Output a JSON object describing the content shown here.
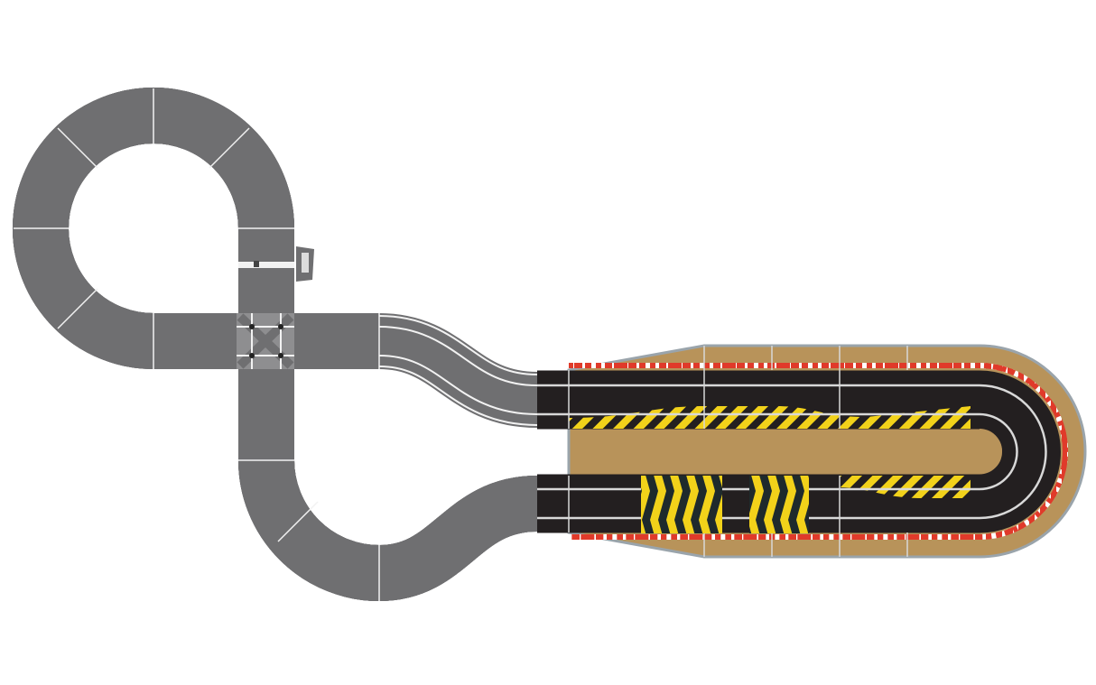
{
  "diagram": {
    "colors": {
      "background": "#ffffff",
      "grey_track": "#6f6f71",
      "black_track": "#231f20",
      "lane_line": "#f2f2f2",
      "border_tan": "#b8935a",
      "curb_red": "#e03a2a",
      "curb_white": "#ffffff",
      "hazard_yellow": "#f2d21a",
      "rail_steel": "#9aa4ab"
    },
    "sections": [
      {
        "name": "figure-eight-grey-track"
      },
      {
        "name": "crossover"
      },
      {
        "name": "start-finish-straight"
      },
      {
        "name": "lap-counter"
      },
      {
        "name": "hairpin-black-track"
      },
      {
        "name": "lane-change-top"
      },
      {
        "name": "lane-change-bottom"
      },
      {
        "name": "chicane-chevron-blocks"
      }
    ]
  }
}
